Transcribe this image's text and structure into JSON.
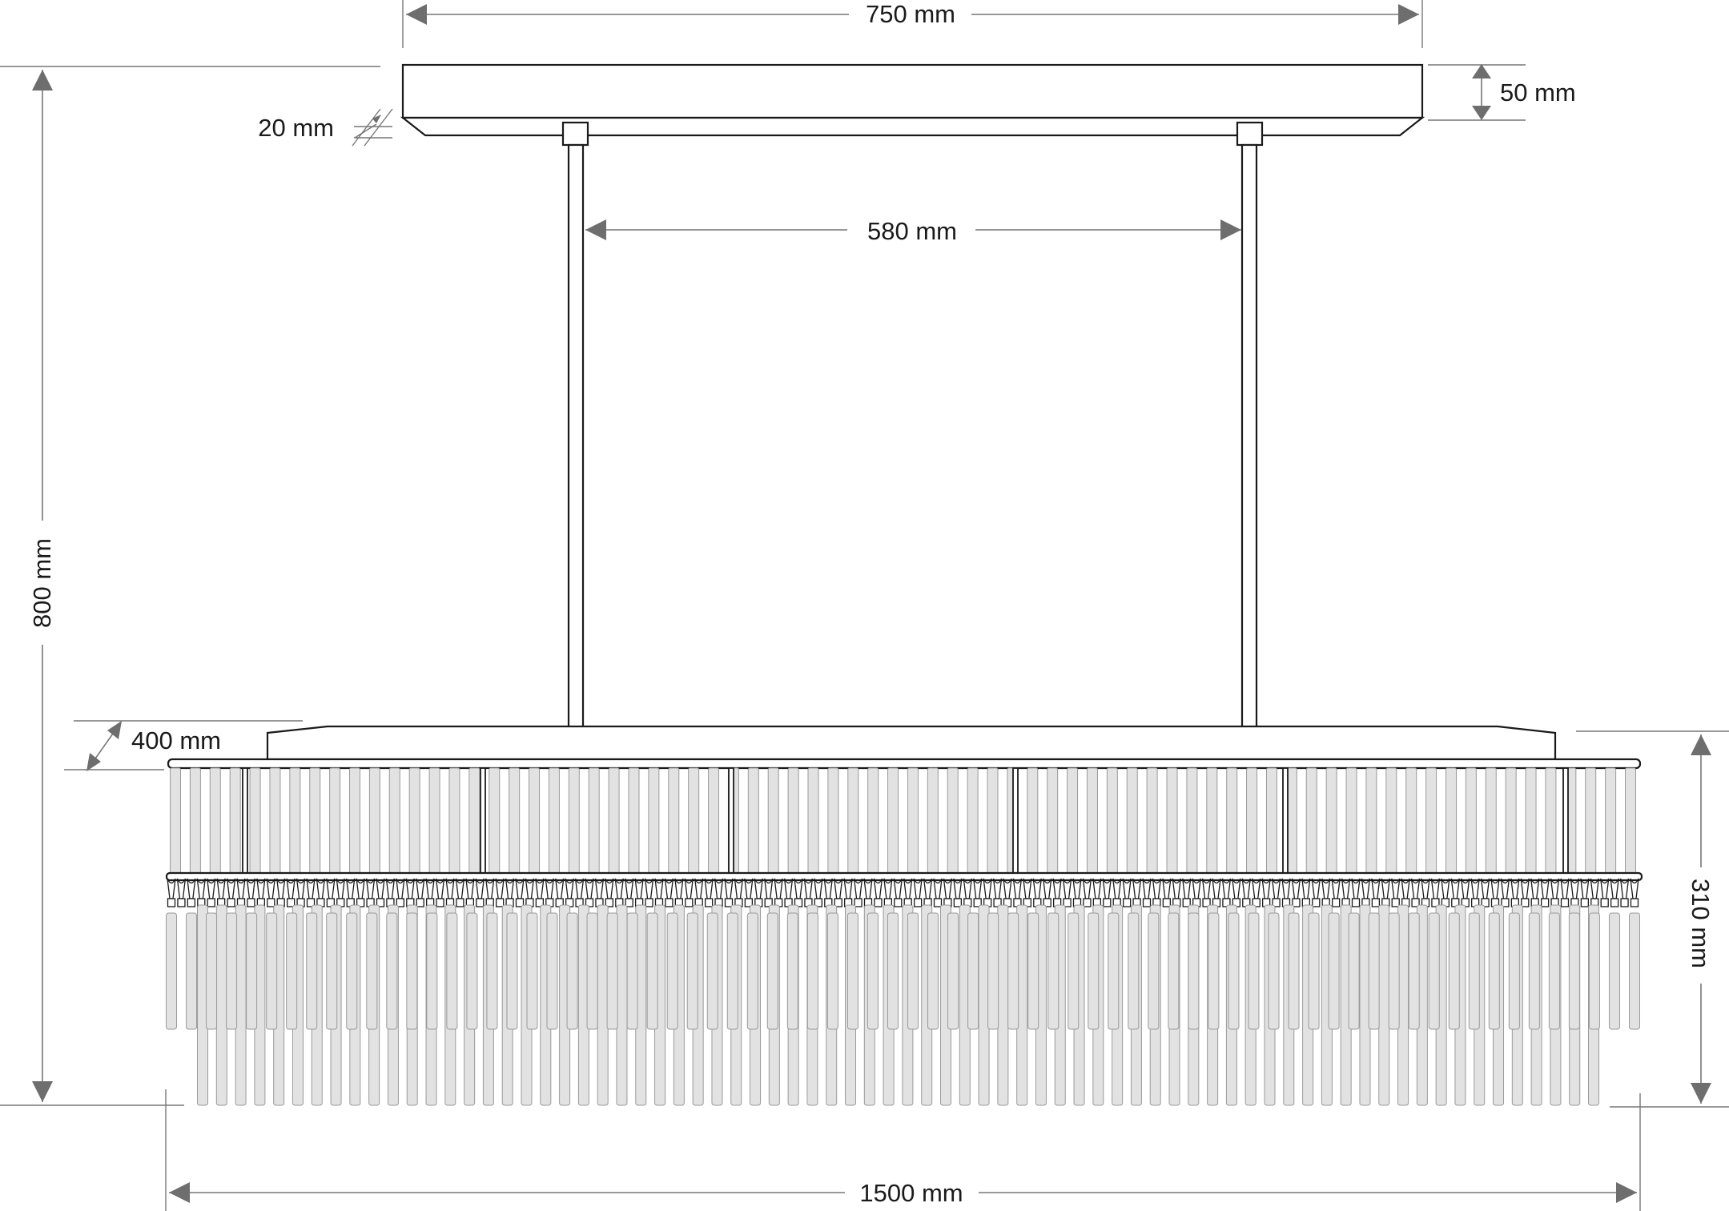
{
  "dimensions": {
    "canopy_width": "750 mm",
    "canopy_height": "50 mm",
    "canopy_bevel": "20 mm",
    "rod_spacing": "580 mm",
    "total_height": "800 mm",
    "body_depth": "400 mm",
    "body_height": "310 mm",
    "total_width": "1500 mm"
  },
  "fixture": {
    "upper_rod_count": 74,
    "middle_rod_count": 74,
    "lower_rod_count": 74,
    "hook_count": 74
  },
  "colors": {
    "line": "#1a1a1a",
    "dim_line": "#777777",
    "arrow": "#6e6e6e",
    "glass_fill": "#e2e2e2",
    "glass_stroke": "#9a9a9a"
  }
}
